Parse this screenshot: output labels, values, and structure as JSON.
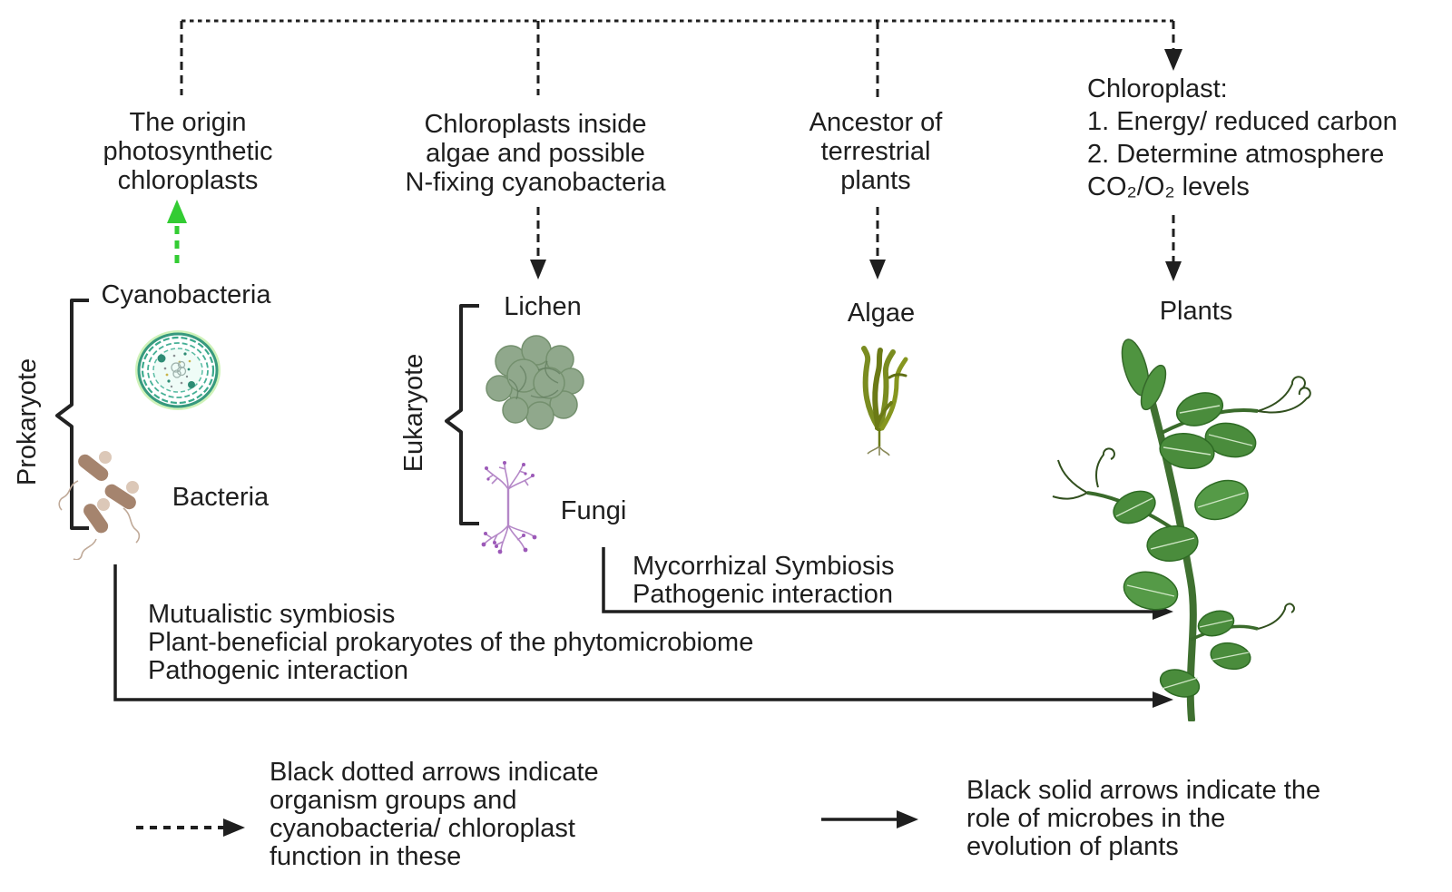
{
  "palette": {
    "line_black": "#1f1f1f",
    "accent_green_arrow": "#33cc33",
    "plant_leaf_green": "#4a8c3c",
    "plant_stem_green": "#3a6b2b",
    "algae_olive": "#7a8c20",
    "fungi_purple": "#b487c7",
    "bacteria_brown": "#a5846e",
    "lichen_sage": "#90a88c",
    "cyanobacteria_teal": "#37997e"
  },
  "top_flow": {
    "columns": [
      {
        "arrow": "green-dashed-up",
        "lines": [
          "The origin",
          "photosynthetic",
          "chloroplasts"
        ]
      },
      {
        "arrow": "black-dashed-down",
        "lines": [
          "Chloroplasts inside",
          "algae and possible",
          "N-fixing cyanobacteria"
        ]
      },
      {
        "arrow": "black-dashed-down",
        "lines": [
          "Ancestor of",
          "terrestrial",
          "plants"
        ]
      },
      {
        "arrow": "black-dashed-down",
        "lines": [
          "Chloroplast:",
          "1. Energy/ reduced carbon",
          "2. Determine atmosphere",
          "CO₂/O₂ levels"
        ]
      }
    ]
  },
  "groups": [
    {
      "label": "Prokaryote",
      "members": [
        "Cyanobacteria",
        "Bacteria"
      ]
    },
    {
      "label": "Eukaryote",
      "members": [
        "Lichen",
        "Fungi"
      ]
    }
  ],
  "organisms": {
    "cyanobacteria": "Cyanobacteria",
    "bacteria": "Bacteria",
    "lichen": "Lichen",
    "fungi": "Fungi",
    "algae": "Algae",
    "plants": "Plants"
  },
  "interactions": [
    {
      "from": "Fungi",
      "to": "Plants",
      "lines": [
        "Mycorrhizal Symbiosis",
        "Pathogenic interaction"
      ]
    },
    {
      "from": "Bacteria",
      "to": "Plants",
      "lines": [
        "Mutualistic symbiosis",
        "Plant-beneficial prokaryotes of the phytomicrobiome",
        "Pathogenic interaction"
      ]
    }
  ],
  "legend": {
    "dotted": {
      "lines": [
        "Black dotted arrows indicate",
        "organism groups and",
        "cyanobacteria/ chloroplast",
        "function in these"
      ]
    },
    "solid": {
      "lines": [
        "Black solid arrows indicate the",
        "role of microbes in the",
        "evolution of plants"
      ]
    }
  }
}
